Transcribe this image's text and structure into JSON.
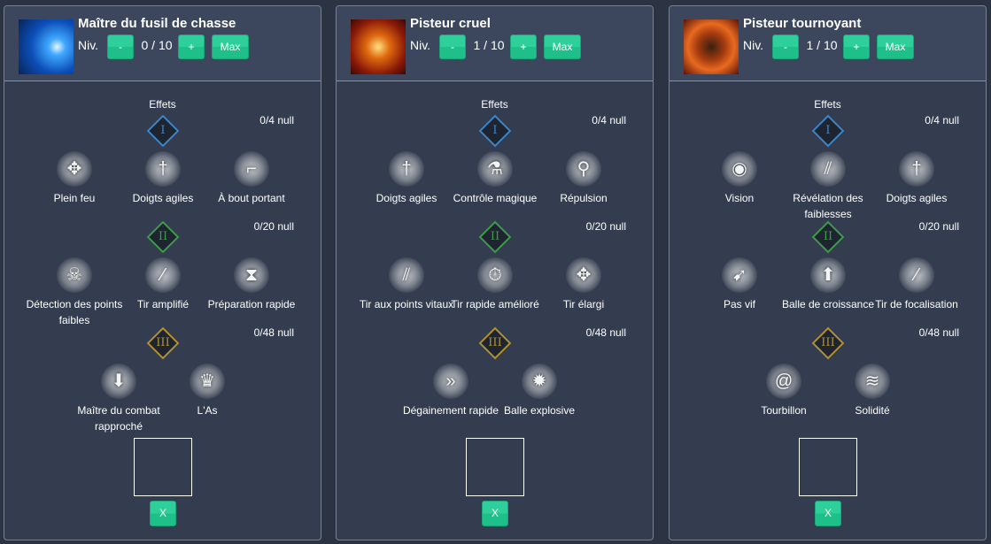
{
  "common": {
    "niv_label": "Niv.",
    "minus": "-",
    "plus": "+",
    "max": "Max",
    "effets": "Effets",
    "close": "X"
  },
  "colors": {
    "button": "#2fcf9c",
    "tier1": "#3a86c8",
    "tier2": "#3f9a4a",
    "tier3": "#b09030"
  },
  "panels": [
    {
      "title": "Maître du fusil de chasse",
      "level": "0 / 10",
      "icon": "blue-energy-icon",
      "tiers": [
        {
          "numeral": "I",
          "count": "0/4 null",
          "skills": [
            {
              "name": "Plein feu",
              "icon": "crosshair-arrows-icon",
              "g": "✥"
            },
            {
              "name": "Doigts agiles",
              "icon": "sword-swirl-icon",
              "g": "†"
            },
            {
              "name": "À bout portant",
              "icon": "pistol-icon",
              "g": "⌐"
            }
          ]
        },
        {
          "numeral": "II",
          "count": "0/20 null",
          "skills": [
            {
              "name": "Détection des points faibles",
              "icon": "skull-target-icon",
              "g": "☠"
            },
            {
              "name": "Tir amplifié",
              "icon": "slash-shot-icon",
              "g": "⁄"
            },
            {
              "name": "Préparation rapide",
              "icon": "hourglass-icon",
              "g": "⧗"
            }
          ]
        },
        {
          "numeral": "III",
          "count": "0/48 null",
          "skills": [
            {
              "name": "Maître du combat rapproché",
              "icon": "down-arrow-icon",
              "g": "⬇"
            },
            {
              "name": "L'As",
              "icon": "fangs-icon",
              "g": "♛"
            }
          ]
        }
      ]
    },
    {
      "title": "Pisteur cruel",
      "level": "1 / 10",
      "icon": "fire-bullet-icon",
      "tiers": [
        {
          "numeral": "I",
          "count": "0/4 null",
          "skills": [
            {
              "name": "Doigts agiles",
              "icon": "sword-swirl-icon",
              "g": "†"
            },
            {
              "name": "Contrôle magique",
              "icon": "potion-icon",
              "g": "⚗"
            },
            {
              "name": "Répulsion",
              "icon": "figure-icon",
              "g": "⚲"
            }
          ]
        },
        {
          "numeral": "II",
          "count": "0/20 null",
          "skills": [
            {
              "name": "Tir aux points vitaux",
              "icon": "claw-icon",
              "g": "⫽"
            },
            {
              "name": "Tir rapide amélioré",
              "icon": "stopwatch-icon",
              "g": "⏱"
            },
            {
              "name": "Tir élargi",
              "icon": "crosshair-arrows-icon",
              "g": "✥"
            }
          ]
        },
        {
          "numeral": "III",
          "count": "0/48 null",
          "skills": [
            {
              "name": "Dégainement rapide",
              "icon": "chevrons-icon",
              "g": "»"
            },
            {
              "name": "Balle explosive",
              "icon": "explosion-icon",
              "g": "✹"
            }
          ]
        }
      ]
    },
    {
      "title": "Pisteur tournoyant",
      "level": "1 / 10",
      "icon": "spinning-gun-icon",
      "tiers": [
        {
          "numeral": "I",
          "count": "0/4 null",
          "skills": [
            {
              "name": "Vision",
              "icon": "eye-icon",
              "g": "◉"
            },
            {
              "name": "Révélation des faiblesses",
              "icon": "claw-icon",
              "g": "⫽"
            },
            {
              "name": "Doigts agiles",
              "icon": "sword-swirl-icon",
              "g": "†"
            }
          ]
        },
        {
          "numeral": "II",
          "count": "0/20 null",
          "skills": [
            {
              "name": "Pas vif",
              "icon": "running-beast-icon",
              "g": "➹"
            },
            {
              "name": "Balle de croissance",
              "icon": "up-burst-icon",
              "g": "⬆"
            },
            {
              "name": "Tir de focalisation",
              "icon": "slash-shot-icon",
              "g": "⁄"
            }
          ]
        },
        {
          "numeral": "III",
          "count": "0/48 null",
          "skills": [
            {
              "name": "Tourbillon",
              "icon": "whirlwind-icon",
              "g": "@"
            },
            {
              "name": "Solidité",
              "icon": "layers-icon",
              "g": "≋"
            }
          ]
        }
      ]
    }
  ]
}
